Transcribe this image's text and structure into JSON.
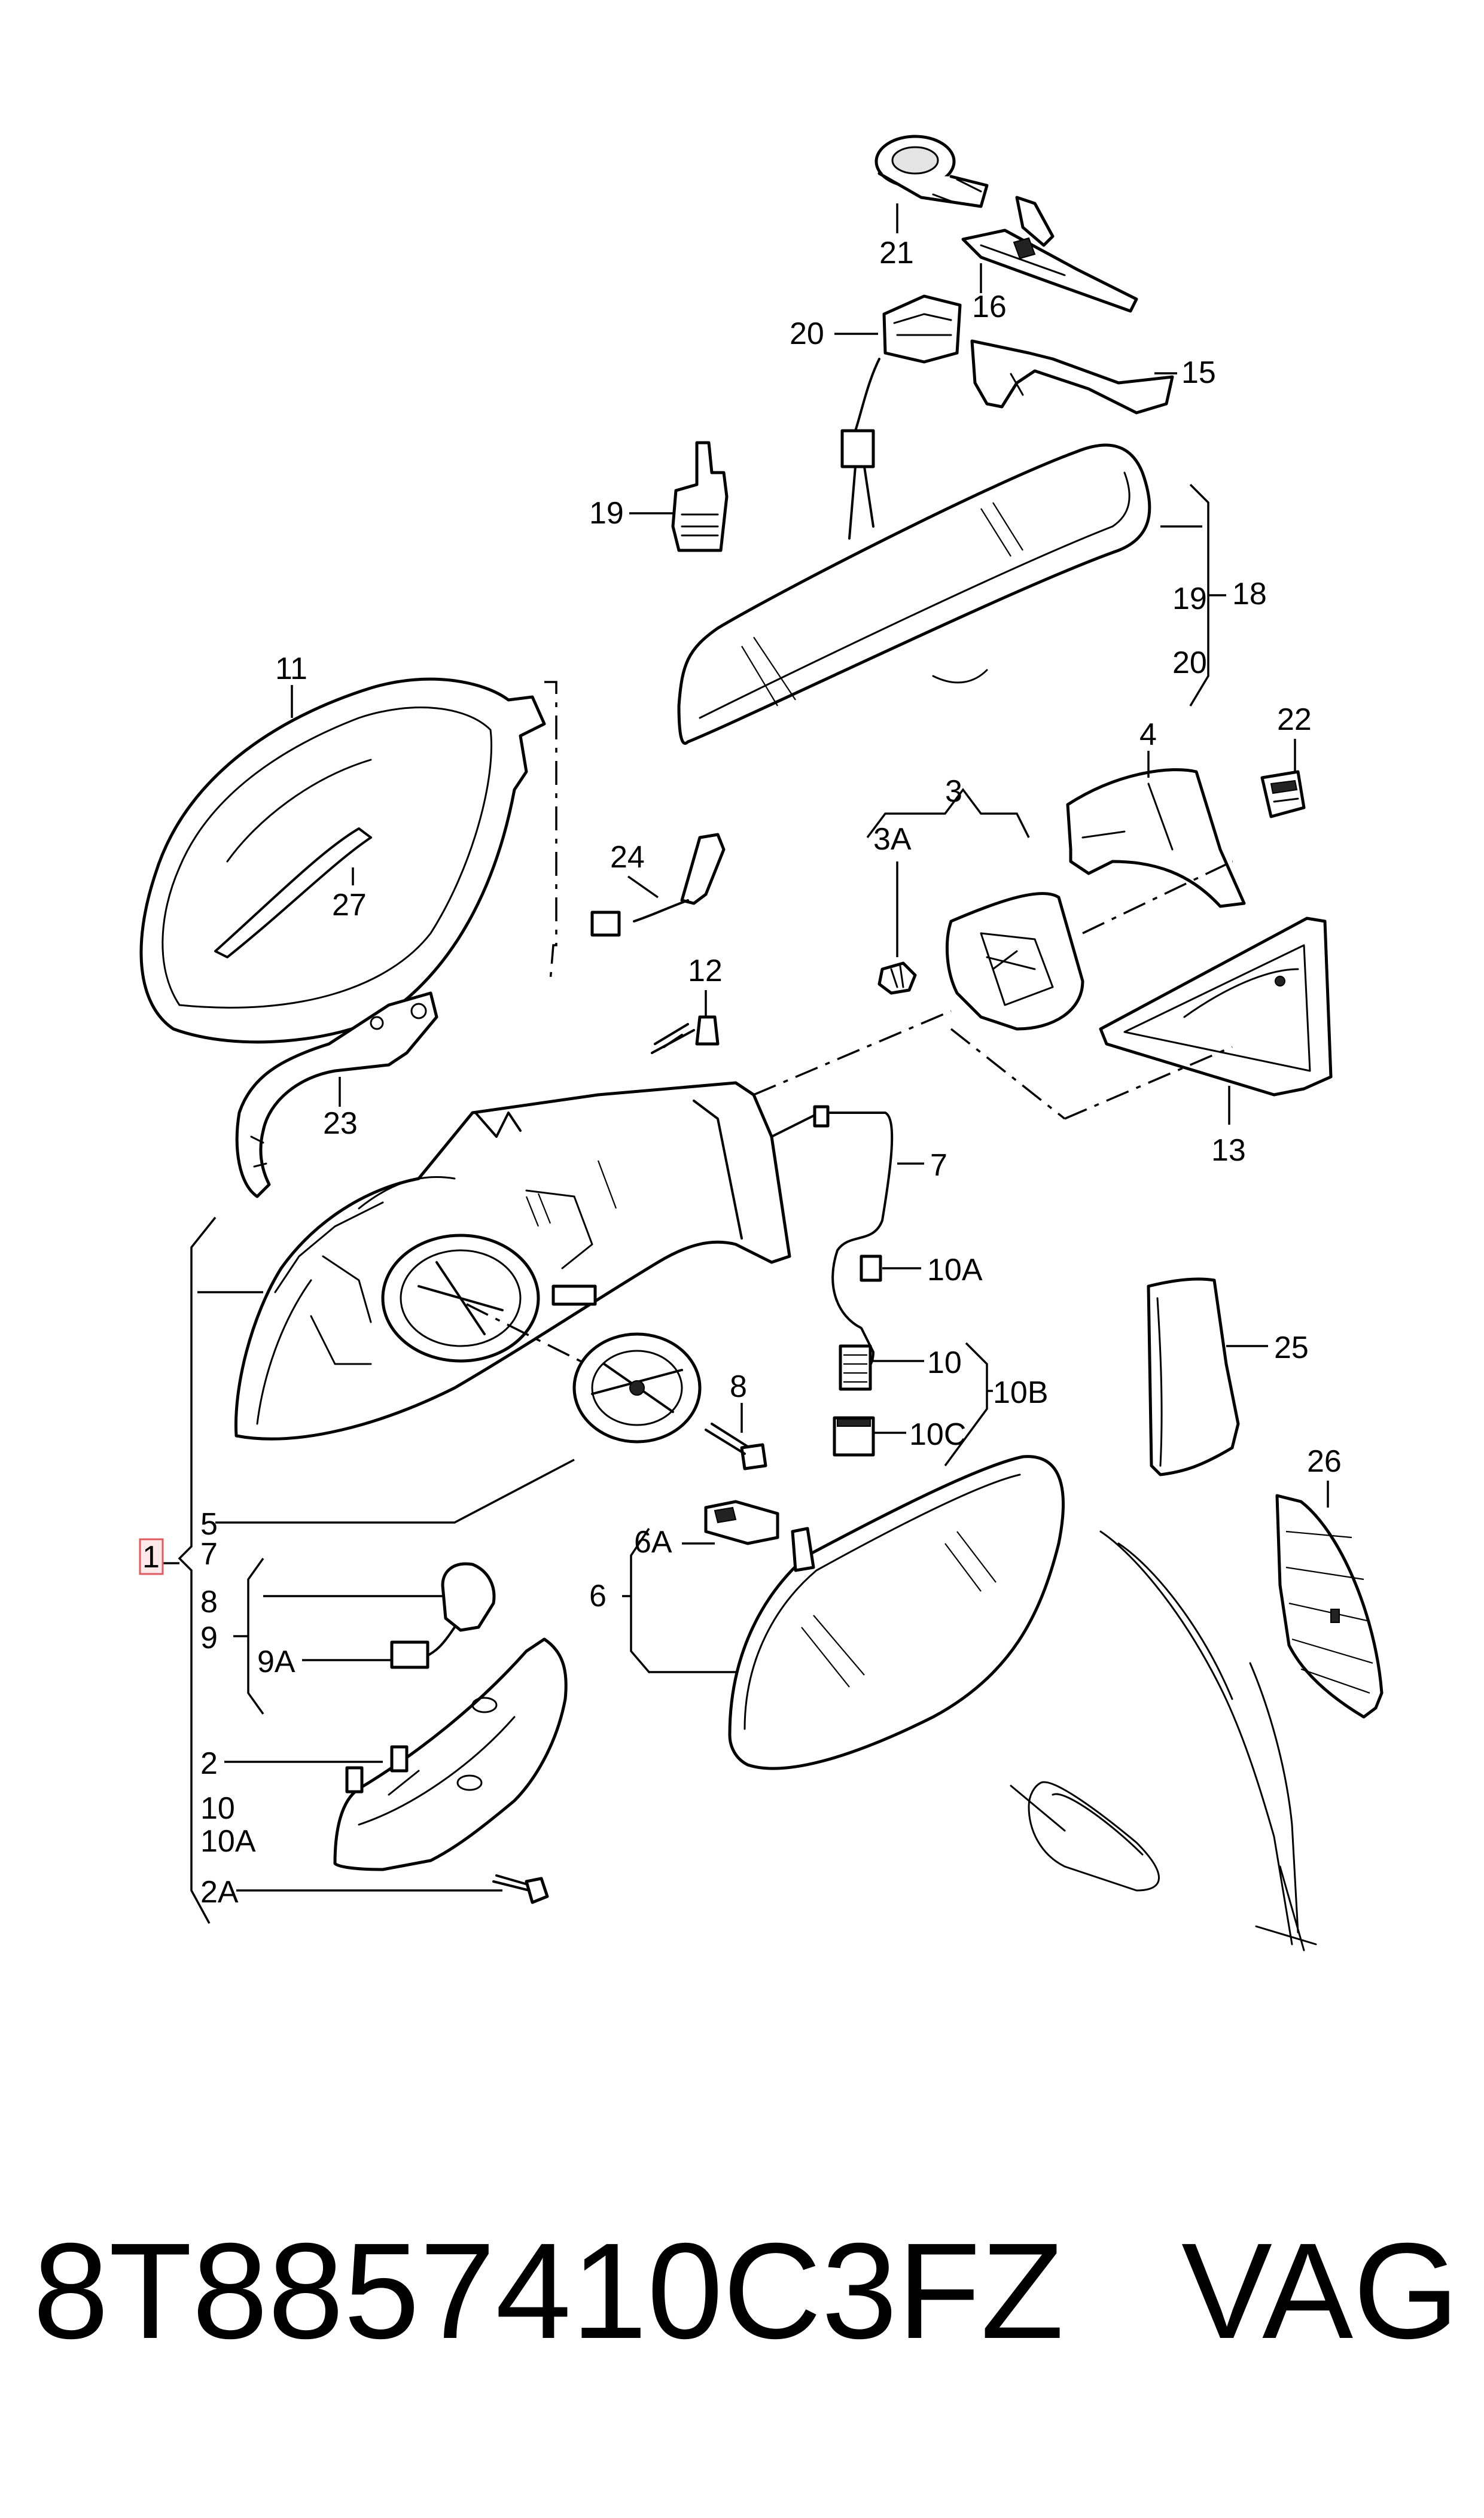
{
  "callouts": {
    "c1": "1",
    "c2": "2",
    "c2a": "2A",
    "c3": "3",
    "c3a": "3A",
    "c4": "4",
    "c5": "5",
    "c6": "6",
    "c6a": "6A",
    "c7": "7",
    "c7b": "7",
    "c8": "8",
    "c8b": "8",
    "c9": "9",
    "c9a": "9A",
    "c10": "10",
    "c10a": "10A",
    "c10b": "10B",
    "c10c": "10C",
    "c10s": "10",
    "c10as": "10A",
    "c11": "11",
    "c12": "12",
    "c13": "13",
    "c15": "15",
    "c16": "16",
    "c18": "18",
    "c19": "19",
    "c19b": "19",
    "c20": "20",
    "c20b": "20",
    "c21": "21",
    "c22": "22",
    "c23": "23",
    "c24": "24",
    "c25": "25",
    "c26": "26",
    "c27": "27"
  },
  "highlighted_callout": "1",
  "highlight_color": "#e05a5f",
  "footer": {
    "part_number": "8T8857410C3FZ",
    "brand": "VAG"
  }
}
